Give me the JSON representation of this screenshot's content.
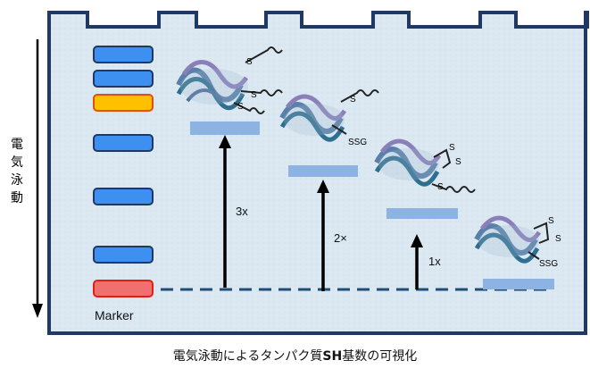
{
  "axis_label_chars": [
    "電",
    "気",
    "泳",
    "動"
  ],
  "marker_label": "Marker",
  "fold_labels": [
    "3x",
    "2×",
    "1x"
  ],
  "protein_labels": {
    "p1_s1": "S",
    "p1_s2": "S",
    "p1_s3": "S",
    "p2_s1": "S",
    "p2_ssg": "SSG",
    "p3_s1": "S",
    "p3_s2": "S",
    "p3_s3": "S",
    "p4_s1": "S",
    "p4_s2": "S",
    "p4_ssg": "SSG"
  },
  "caption": {
    "before": "電気泳動によるタンパク質",
    "bold": "SH",
    "after": "基数の可視化"
  },
  "colors": {
    "gel_fill": "#dce9f2",
    "gel_border": "#1f3864",
    "marker_blue": "#3d8ff0",
    "marker_yellow": "#ffc000",
    "marker_red": "#f07070",
    "band": "#8db3e2",
    "dashes": "#1f4e79"
  },
  "icons": [
    "protein-ribbon-icon",
    "arrow-up-icon",
    "arrow-down-icon"
  ]
}
